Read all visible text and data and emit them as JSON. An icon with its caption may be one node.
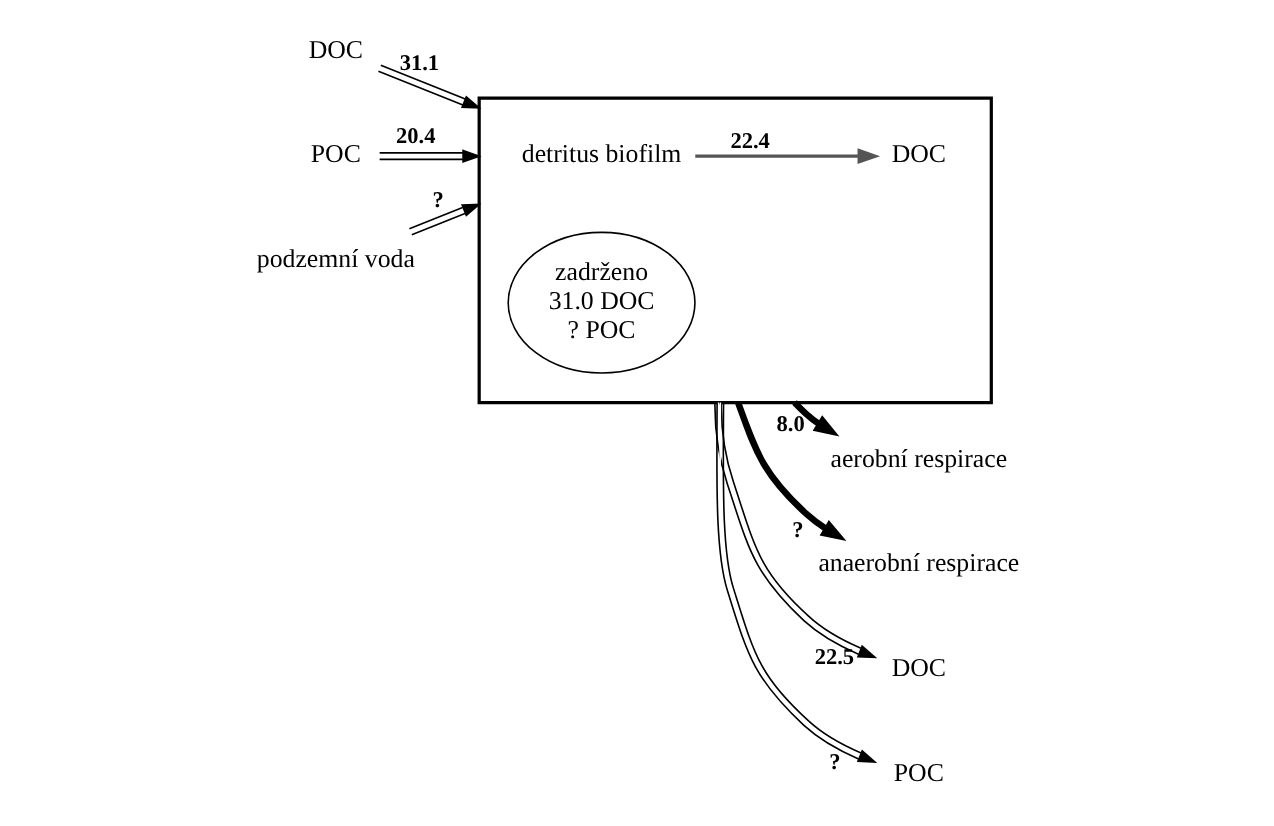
{
  "diagram": {
    "nodes": [
      {
        "text": [],
        "shape": "box"
      },
      {
        "text": [
          "detritus biofilm"
        ],
        "in": 0
      },
      {
        "text": [
          "DOC"
        ],
        "in": 0
      },
      {
        "text": [
          "zadrženo",
          "31.0 DOC",
          "? POC"
        ],
        "in": 0
      },
      {
        "text": [
          "DOC"
        ]
      },
      {
        "text": [
          "POC"
        ]
      },
      {
        "text": [
          "podzemní voda"
        ]
      },
      {
        "text": [
          "aerobní respirace"
        ]
      },
      {
        "text": [
          "anaerobní respirace"
        ]
      },
      {
        "text": [
          "DOC"
        ]
      },
      {
        "text": [
          "POC"
        ]
      }
    ],
    "edges": [
      {
        "from": 4,
        "to": 0,
        "arrow": "to",
        "label": "31.1"
      },
      {
        "from": 5,
        "to": 0,
        "arrow": "to",
        "label": "20.4"
      },
      {
        "from": 6,
        "to": 0,
        "arrow": "to",
        "label": "?"
      },
      {
        "from": 0,
        "to": 7,
        "arrow": "to",
        "label": "8.0",
        "style": "thick"
      },
      {
        "from": 0,
        "to": 8,
        "arrow": "to",
        "label": "?",
        "style": "thick"
      },
      {
        "from": 1,
        "to": 2,
        "arrow": "to",
        "label": "22.4",
        "color": "#555555"
      },
      {
        "from": 0,
        "to": 9,
        "arrow": "to",
        "label": "22.5"
      },
      {
        "from": 0,
        "to": 10,
        "arrow": "to",
        "label": "?"
      }
    ]
  }
}
